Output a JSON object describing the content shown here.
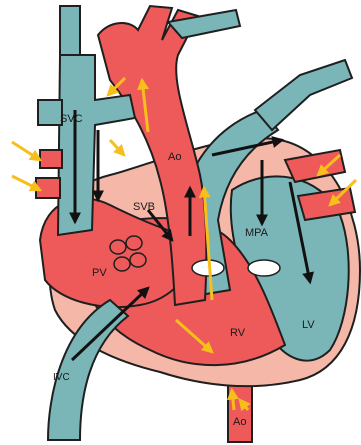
{
  "diagram": {
    "labels": {
      "svc": "SVC",
      "ao_upper": "Ao",
      "svb": "SVB",
      "mpa": "MPA",
      "pv": "PV",
      "lv": "LV",
      "rv": "RV",
      "ivc": "IVC",
      "ao_lower": "Ao"
    },
    "colors": {
      "arterial_red": "#ee5a5a",
      "venous_blue": "#7ab6b8",
      "outline": "#1f1f1f",
      "myocardium_pink": "#f5b8a8",
      "flow_arrow_yellow": "#f6bf1c",
      "flow_arrow_black": "#111111"
    }
  }
}
